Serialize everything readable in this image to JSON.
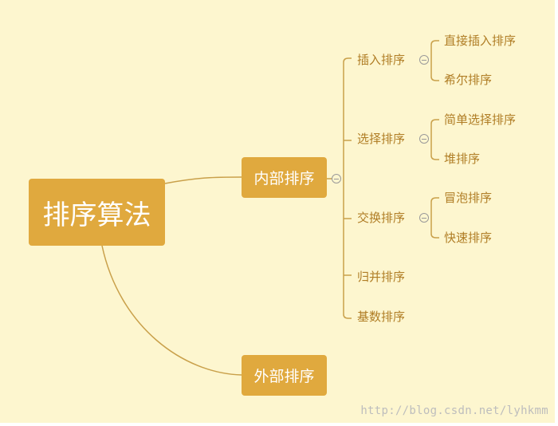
{
  "mindmap": {
    "root": "排序算法",
    "branches": [
      {
        "label": "内部排序",
        "children": [
          {
            "label": "插入排序",
            "children": [
              "直接插入排序",
              "希尔排序"
            ]
          },
          {
            "label": "选择排序",
            "children": [
              "简单选择排序",
              "堆排序"
            ]
          },
          {
            "label": "交换排序",
            "children": [
              "冒泡排序",
              "快速排序"
            ]
          },
          {
            "label": "归并排序"
          },
          {
            "label": "基数排序"
          }
        ]
      },
      {
        "label": "外部排序"
      }
    ]
  },
  "watermark": "http://blog.csdn.net/lyhkmm",
  "colors": {
    "background": "#fdf6cf",
    "node_fill": "#e0a93e",
    "node_text": "#ffffff",
    "branch_line": "#c9a04a",
    "leaf_text": "#b07d25",
    "collapse_icon": "#9a9a9a"
  }
}
